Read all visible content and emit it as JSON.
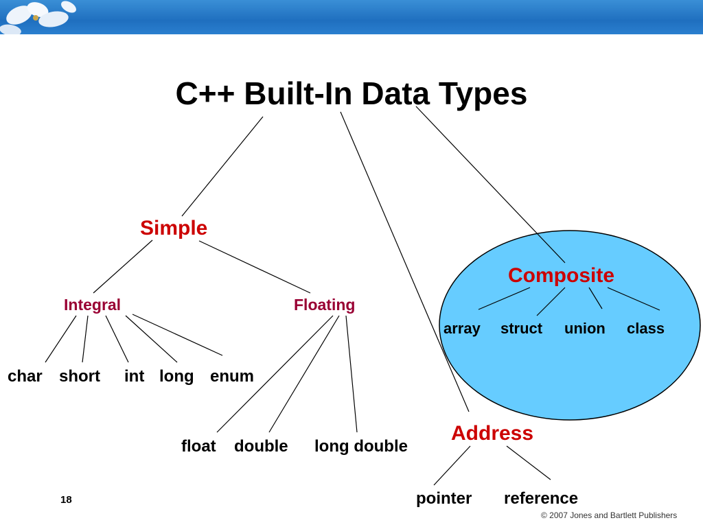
{
  "title": "C++  Built-In Data Types",
  "categories": {
    "simple": "Simple",
    "composite": "Composite",
    "address": "Address"
  },
  "subcategories": {
    "integral": "Integral",
    "floating": "Floating"
  },
  "integral_types": [
    "char",
    "short",
    "int",
    "long",
    "enum"
  ],
  "floating_types": [
    "float",
    "double",
    "long double"
  ],
  "composite_types": [
    "array",
    "struct",
    "union",
    "class"
  ],
  "address_types": [
    "pointer",
    "reference"
  ],
  "footer": {
    "slide_number": "18",
    "copyright": "© 2007 Jones and Bartlett Publishers"
  },
  "colors": {
    "category_red": "#cc0000",
    "subcategory_maroon": "#990033",
    "composite_fill": "#66ccff",
    "banner_blue": "#2a7fcf"
  }
}
